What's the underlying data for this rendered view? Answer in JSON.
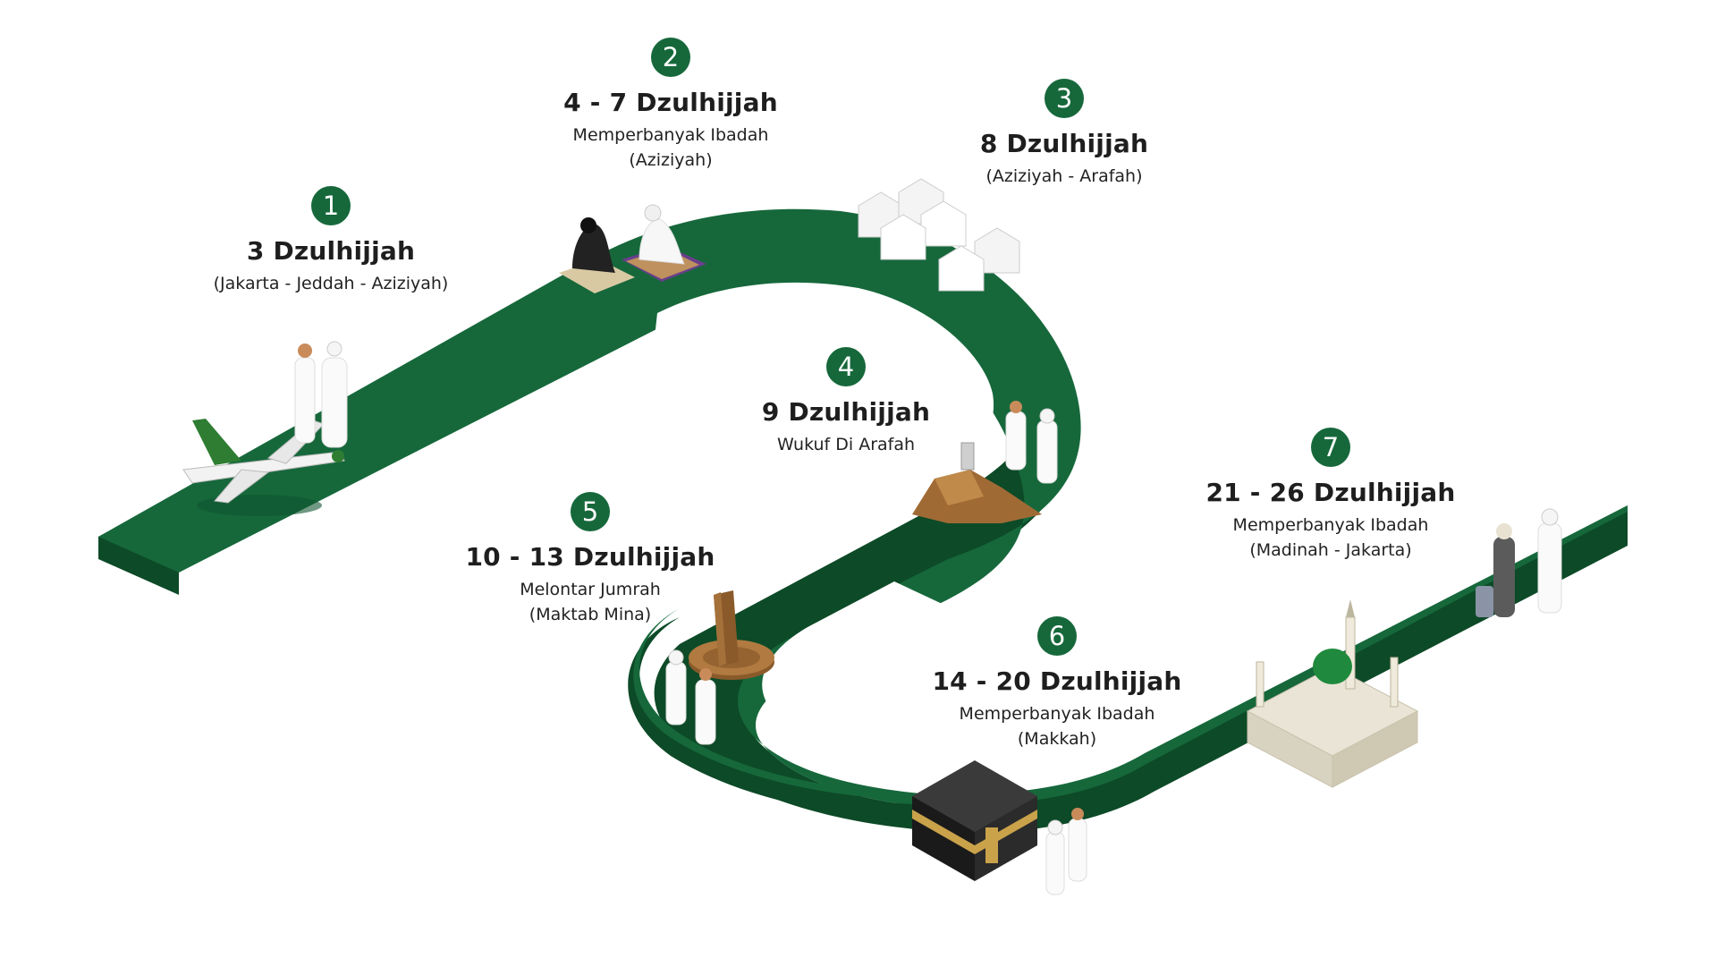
{
  "colors": {
    "road_top": "#16683b",
    "road_side": "#0d4a27",
    "badge": "#16683b",
    "text": "#1e1e1e"
  },
  "steps": [
    {
      "number": "1",
      "date": "3 Dzulhijjah",
      "line1": "(Jakarta - Jeddah - Aziziyah)",
      "line2": "",
      "icon": "airplane-pilgrims-icon"
    },
    {
      "number": "2",
      "date": "4 - 7 Dzulhijjah",
      "line1": "Memperbanyak Ibadah",
      "line2": "(Aziziyah)",
      "icon": "praying-pilgrims-icon"
    },
    {
      "number": "3",
      "date": "8 Dzulhijjah",
      "line1": "(Aziziyah - Arafah)",
      "line2": "",
      "icon": "tents-icon"
    },
    {
      "number": "4",
      "date": "9 Dzulhijjah",
      "line1": "Wukuf Di Arafah",
      "line2": "",
      "icon": "arafah-hill-icon"
    },
    {
      "number": "5",
      "date": "10 - 13 Dzulhijjah",
      "line1": "Melontar Jumrah",
      "line2": "(Maktab Mina)",
      "icon": "jamarat-pillar-icon"
    },
    {
      "number": "6",
      "date": "14 - 20 Dzulhijjah",
      "line1": "Memperbanyak Ibadah",
      "line2": "(Makkah)",
      "icon": "kaaba-icon"
    },
    {
      "number": "7",
      "date": "21 - 26 Dzulhijjah",
      "line1": "Memperbanyak Ibadah",
      "line2": "(Madinah - Jakarta)",
      "icon": "nabawi-mosque-icon"
    }
  ]
}
